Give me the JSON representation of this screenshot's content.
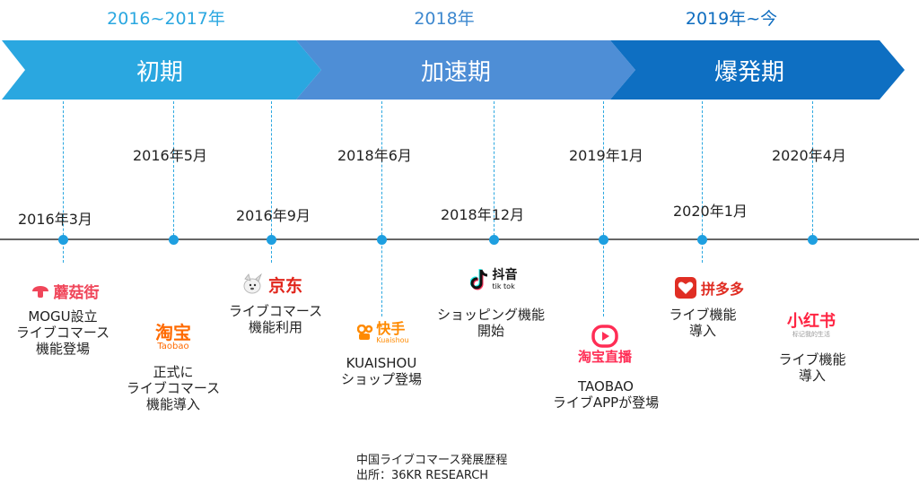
{
  "periods": [
    "2016~2017年",
    "2018年",
    "2019年~今"
  ],
  "colors": {
    "period1": "#2aa7e0",
    "period2": "#3d88cf",
    "period3": "#0d6cbf",
    "chev1": "#2aa7e0",
    "chev2": "#4e8ed6",
    "chev3": "#0e6fc2",
    "dot": "#1e9fe0",
    "line": "#2aa7e0"
  },
  "phases": [
    "初期",
    "加速期",
    "爆発期"
  ],
  "events": [
    {
      "date": "2016年3月",
      "lines": [
        "MOGU設立",
        "ライブコマース",
        "機能登場"
      ],
      "logo_text": "蘑菇街",
      "logo_icon": "mogu-mushroom-icon"
    },
    {
      "date": "2016年5月",
      "lines": [
        "正式に",
        "ライブコマース",
        "機能導入"
      ],
      "logo_text": "淘宝",
      "logo_sub": "Taobao"
    },
    {
      "date": "2016年9月",
      "lines": [
        "ライブコマース",
        "機能利用"
      ],
      "logo_text": "京东",
      "logo_icon": "jd-dog-icon"
    },
    {
      "date": "2018年6月",
      "lines": [
        "KUAISHOU",
        "ショップ登場"
      ],
      "logo_text": "快手",
      "logo_sub": "Kuaishou"
    },
    {
      "date": "2018年12月",
      "lines": [
        "ショッピング機能",
        "開始"
      ],
      "logo_text": "抖音",
      "logo_sub": "tik tok"
    },
    {
      "date": "2019年1月",
      "lines": [
        "TAOBAO",
        "ライブAPPが登場"
      ],
      "logo_text": "淘宝直播"
    },
    {
      "date": "2020年1月",
      "lines": [
        "ライブ機能",
        "導入"
      ],
      "logo_text": "拼多多"
    },
    {
      "date": "2020年4月",
      "lines": [
        "ライブ機能",
        "導入"
      ],
      "logo_text": "小红书",
      "logo_sub": "标记我的生活"
    }
  ],
  "caption": [
    "中国ライブコマース発展歴程",
    "出所：36KR RESEARCH"
  ]
}
